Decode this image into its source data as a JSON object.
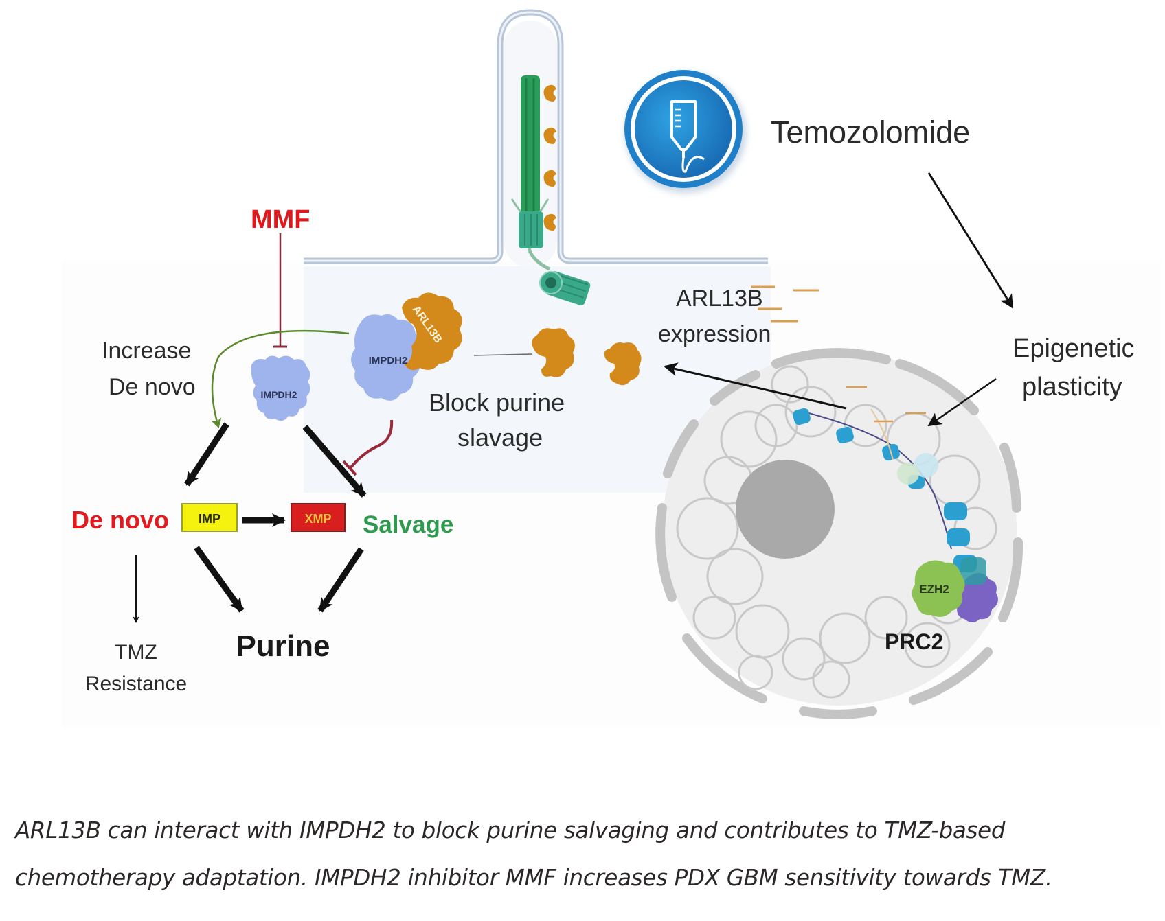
{
  "figure": {
    "labels": {
      "mmf": "MMF",
      "increase_de_novo_line1": "Increase",
      "increase_de_novo_line2": "De novo",
      "impdh2_free": "IMPDH2",
      "impdh2_bound": "IMPDH2",
      "arl13b_protein": "ARL13B",
      "block_line1": "Block purine",
      "block_line2": "slavage",
      "de_novo": "De novo",
      "imp": "IMP",
      "xmp": "XMP",
      "salvage": "Salvage",
      "tmz_line1": "TMZ",
      "tmz_line2": "Resistance",
      "purine": "Purine",
      "temozolomide": "Temozolomide",
      "arl13b_expr_line1": "ARL13B",
      "arl13b_expr_line2": "expression",
      "epigenetic_line1": "Epigenetic",
      "epigenetic_line2": "plasticity",
      "ezh2": "EZH2",
      "prc2": "PRC2"
    },
    "colors": {
      "mmf_red": "#e0181c",
      "de_novo_red": "#e3191d",
      "salvage_green": "#2f9a4f",
      "imp_yellow": "#f5f20f",
      "xmp_red": "#d81e1e",
      "xmp_text": "#f5c242",
      "impdh2_blue": "#9fb4ec",
      "arl13b_orange": "#d48a1a",
      "inhibit_maroon": "#9a2a3a",
      "cilium_green": "#2a9d5a",
      "drug_blue": "#1f7fc9",
      "nucleus_gray": "#e8e8e8",
      "nucleolus_gray": "#a9a9a9",
      "nucleosome_blue": "#2a9fd0",
      "ezh2_green": "#8cc153",
      "prc2_purple": "#7b63c4"
    },
    "icons": {
      "drug": "iv-bag-icon"
    }
  },
  "caption": {
    "text": "ARL13B can interact with IMPDH2 to block purine salvaging and contributes to TMZ-based chemotherapy adaptation. IMPDH2 inhibitor MMF increases PDX GBM sensitivity towards TMZ."
  }
}
